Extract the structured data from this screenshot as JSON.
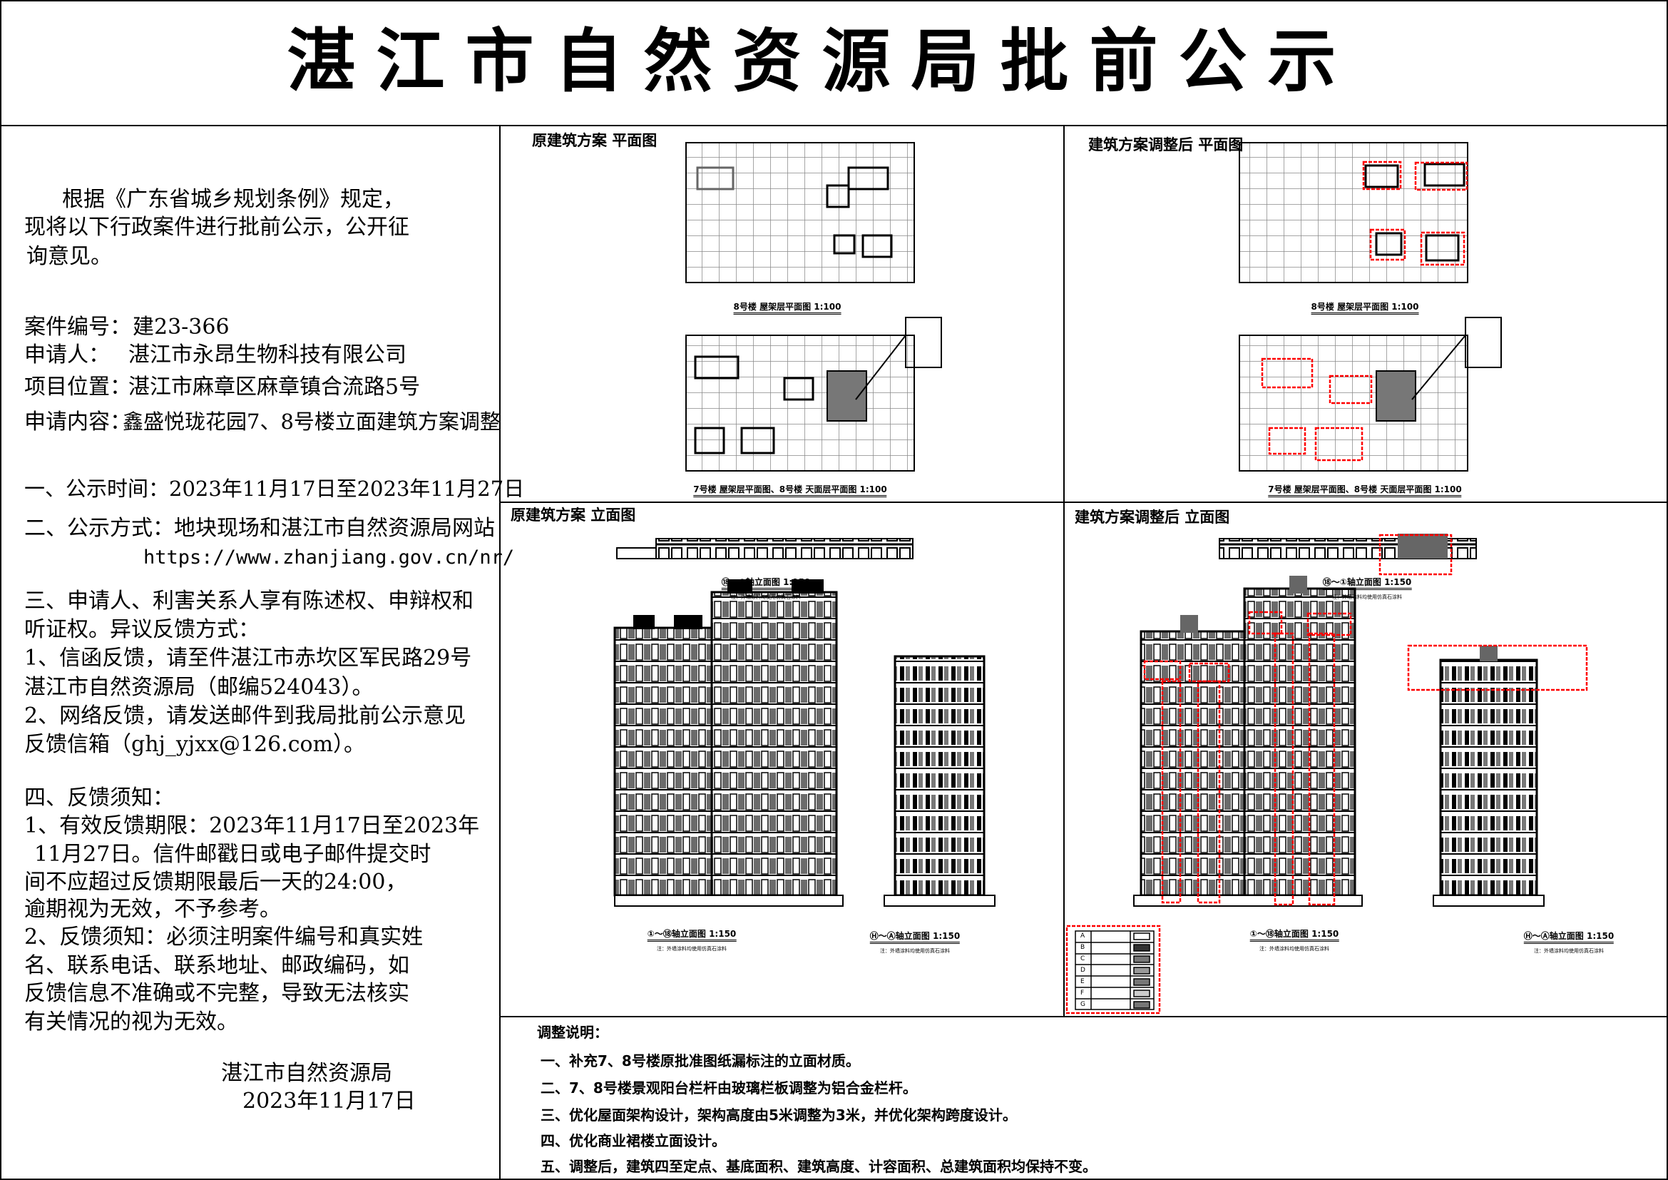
{
  "header": {
    "title_chars": [
      "湛",
      "江",
      "市",
      "自",
      "然",
      "资",
      "源",
      "局",
      "批",
      "前",
      "公",
      "示"
    ]
  },
  "left": {
    "intro": [
      "根据《广东省城乡规划条例》规定，",
      "现将以下行政案件进行批前公示，公开征",
      "询意见。"
    ],
    "case_no_label": "案件编号：",
    "case_no": "建23-366",
    "applicant_label": "申请人：",
    "applicant": "湛江市永昂生物科技有限公司",
    "location_label": "项目位置：",
    "location": "湛江市麻章区麻章镇合流路5号",
    "content_label": "申请内容：",
    "content": "鑫盛悦珑花园7、8号楼立面建筑方案调整",
    "period": "一、公示时间：2023年11月17日至2023年11月27日",
    "method": "二、公示方式：地块现场和湛江市自然资源局网站",
    "website": "https://www.zhanjiang.gov.cn/nr/",
    "rights": [
      "三、申请人、利害关系人享有陈述权、申辩权和",
      "听证权。异议反馈方式：",
      "1、信函反馈，请至件湛江市赤坎区军民路29号",
      "湛江市自然资源局（邮编524043）。",
      "2、网络反馈，请发送邮件到我局批前公示意见",
      "反馈信箱（ghj_yjxx@126.com）。"
    ],
    "notice": [
      "四、反馈须知：",
      "1、有效反馈期限：2023年11月17日至2023年",
      "11月27日。信件邮戳日或电子邮件提交时",
      "间不应超过反馈期限最后一天的24:00，",
      "逾期视为无效，不予参考。",
      "2、反馈须知：必须注明案件编号和真实姓",
      "名、联系电话、联系地址、邮政编码，如",
      "反馈信息不准确或不完整，导致无法核实",
      "有关情况的视为无效。"
    ],
    "signature": "湛江市自然资源局",
    "sign_date": "2023年11月17日"
  },
  "panels": {
    "orig_plan_title": "原建筑方案 平面图",
    "new_plan_title": "建筑方案调整后  平面图",
    "orig_elev_title": "原建筑方案 立面图",
    "new_elev_title": "建筑方案调整后  立面图",
    "plan_cap_1": "8号楼 屋架层平面图 1:100",
    "plan_cap_2": "7号楼 屋架层平面图、8号楼 天面层平面图 1:100",
    "elev_cap_top": "⑱～①轴立面图 1:150",
    "elev_cap_left": "①～⑱轴立面图 1:150",
    "elev_cap_right": "Ⓗ～Ⓐ轴立面图 1:150",
    "elev_note": "注：外墙涂料均使用仿真石涂料",
    "legend": [
      "A",
      "B",
      "C",
      "D",
      "E",
      "F",
      "G"
    ]
  },
  "notes": {
    "heading": "调整说明：",
    "items": [
      "一、补充7、8号楼原批准图纸漏标注的立面材质。",
      "二、7、8号楼景观阳台栏杆由玻璃栏板调整为铝合金栏杆。",
      "三、优化屋面架构设计，架构高度由5米调整为3米，并优化架构跨度设计。",
      "四、优化商业裙楼立面设计。",
      "五、调整后，建筑四至定点、基底面积、建筑高度、计容面积、总建筑面积均保持不变。"
    ]
  },
  "colors": {
    "highlight": "#ff0000",
    "line": "#000000",
    "grid": "#808080"
  }
}
